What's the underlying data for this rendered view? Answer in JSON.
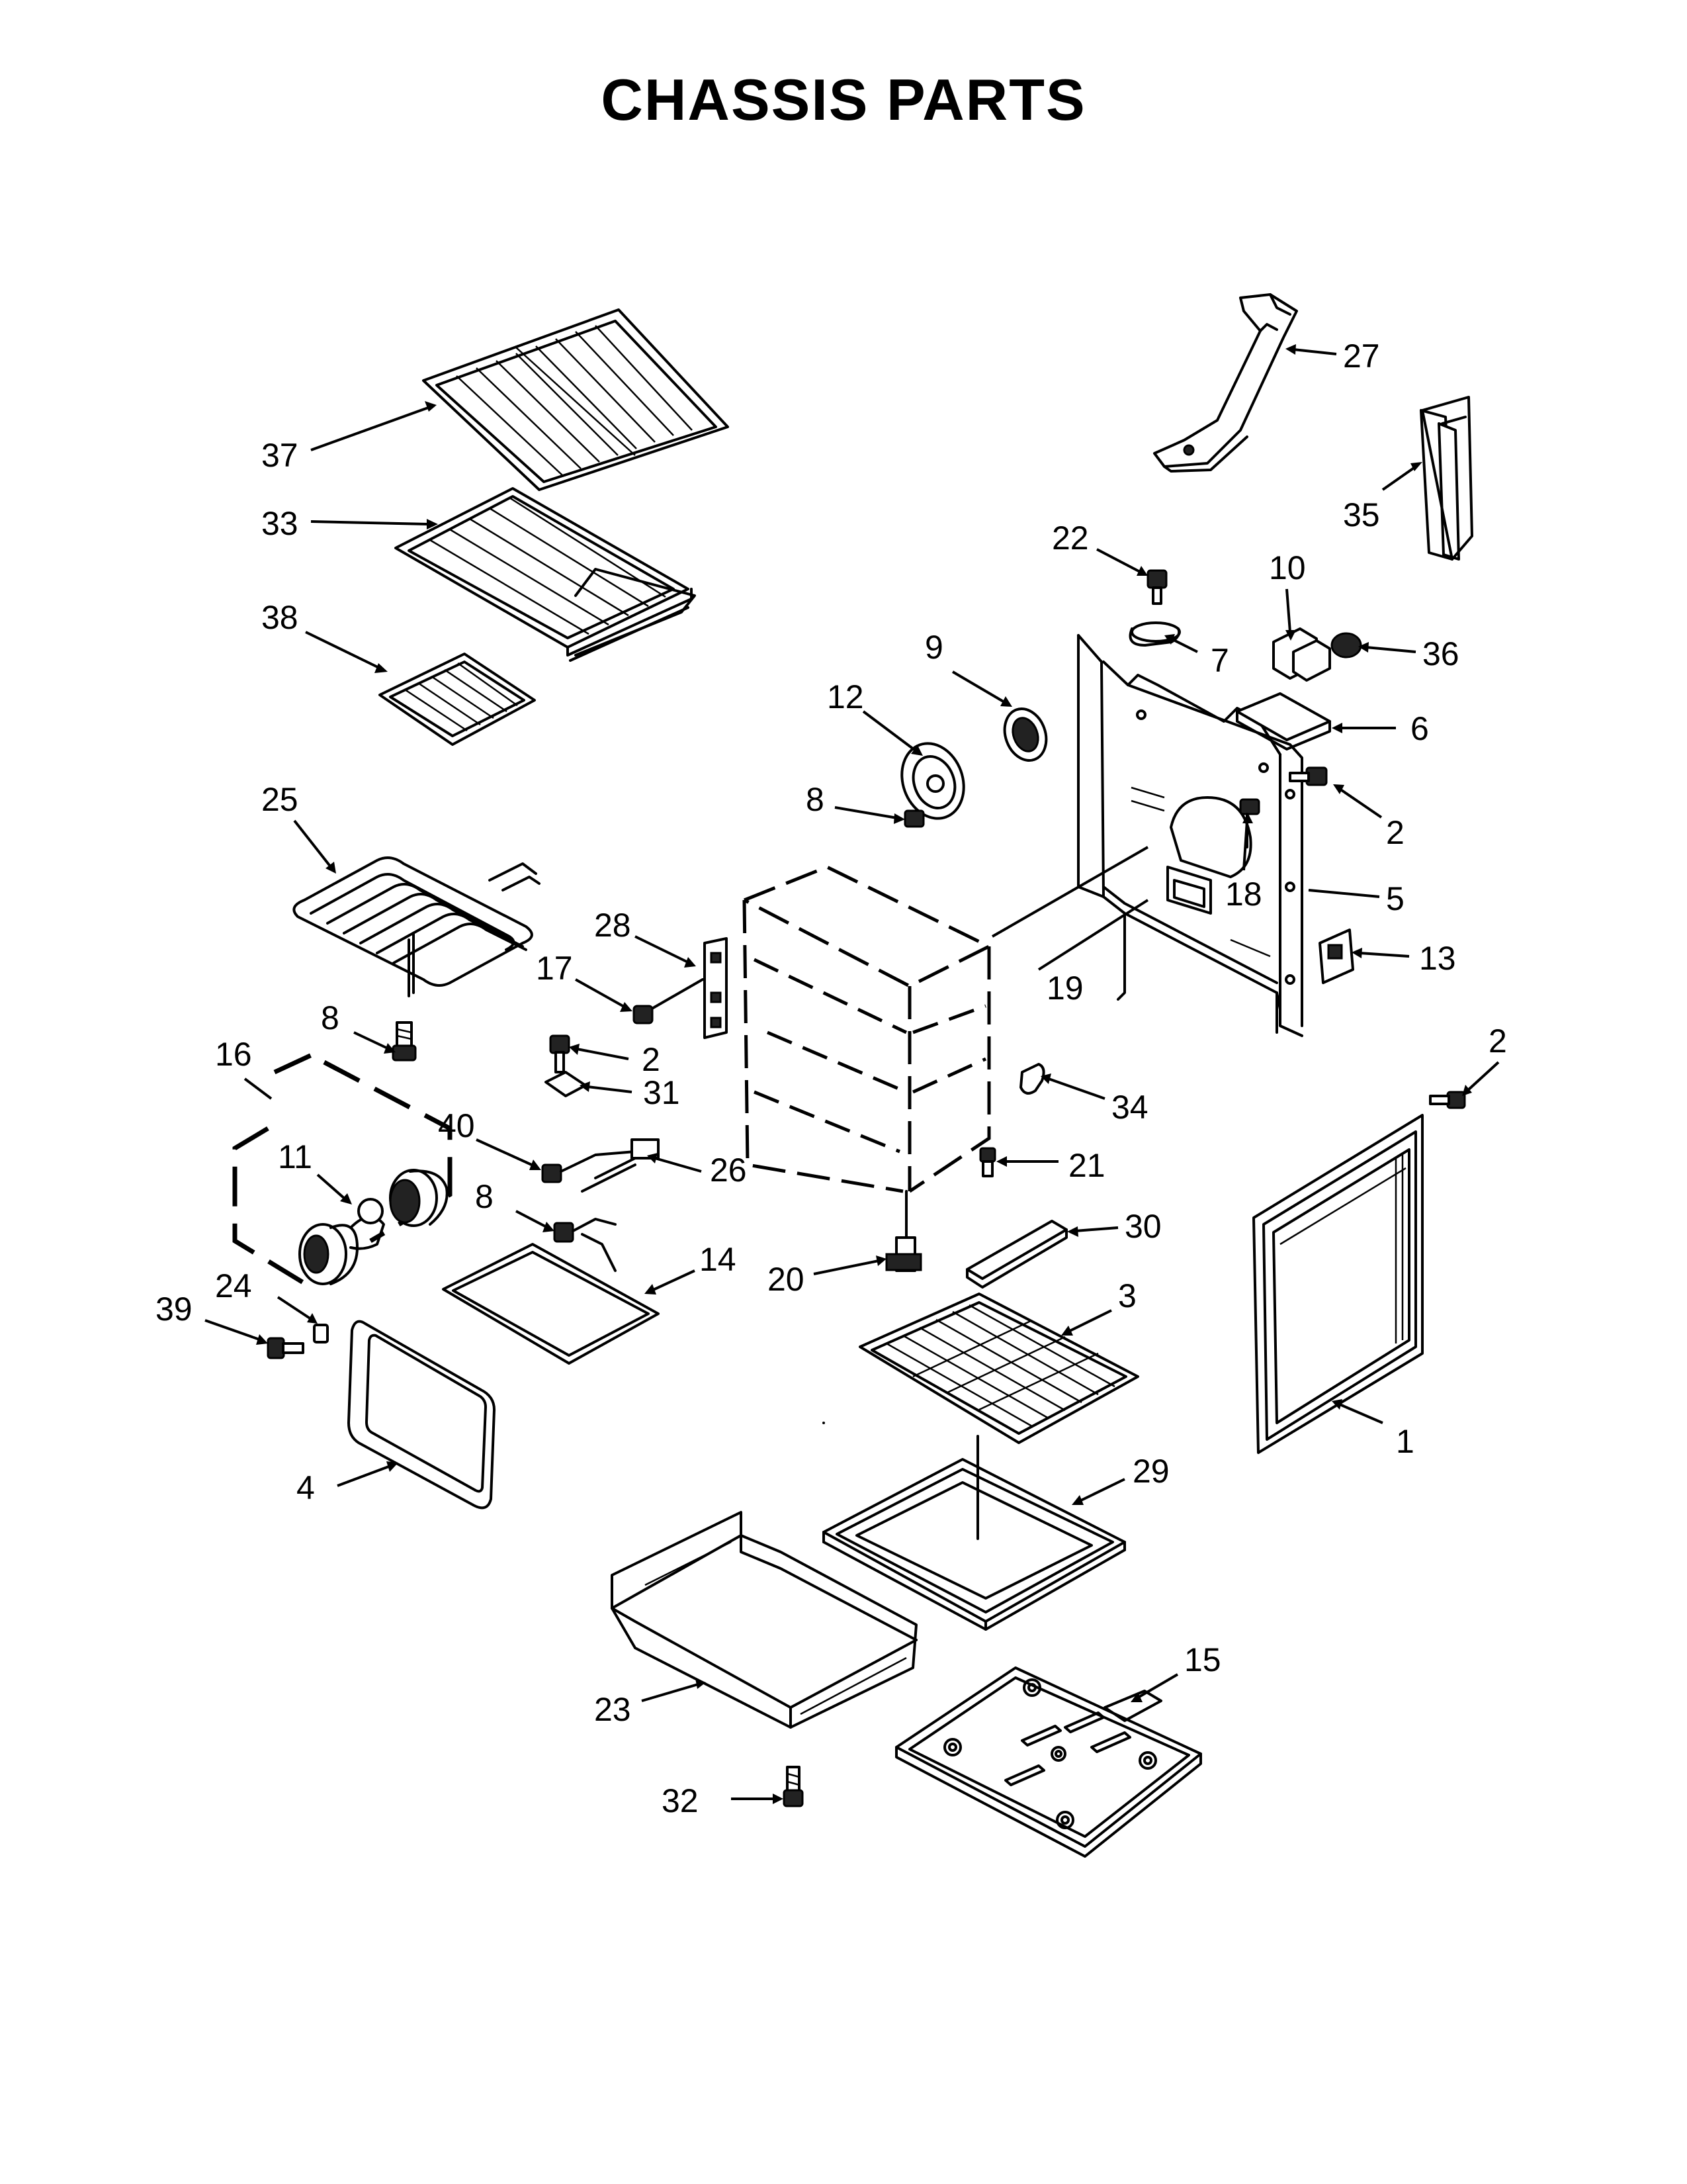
{
  "title": "CHASSIS PARTS",
  "callouts": [
    "1",
    "2",
    "3",
    "4",
    "5",
    "6",
    "7",
    "8",
    "9",
    "10",
    "11",
    "12",
    "13",
    "14",
    "15",
    "16",
    "17",
    "18",
    "19",
    "20",
    "21",
    "22",
    "23",
    "24",
    "25",
    "26",
    "27",
    "28",
    "29",
    "30",
    "31",
    "32",
    "33",
    "34",
    "35",
    "36",
    "37",
    "38",
    "39",
    "40"
  ],
  "parts": [
    {
      "ref": "37",
      "icon": "oven-rack-icon"
    },
    {
      "ref": "33",
      "icon": "roll-out-rack-icon"
    },
    {
      "ref": "38",
      "icon": "half-rack-icon"
    },
    {
      "ref": "25",
      "icon": "broil-element-icon"
    },
    {
      "ref": "16",
      "icon": "light-assembly-icon"
    },
    {
      "ref": "27",
      "icon": "anti-tip-bracket-icon"
    },
    {
      "ref": "35",
      "icon": "vent-duct-icon"
    },
    {
      "ref": "5",
      "icon": "chassis-frame-icon"
    },
    {
      "ref": "19",
      "icon": "oven-cavity-icon"
    },
    {
      "ref": "1",
      "icon": "side-panel-icon"
    },
    {
      "ref": "3",
      "icon": "bake-element-icon"
    },
    {
      "ref": "29",
      "icon": "drawer-liner-icon"
    },
    {
      "ref": "23",
      "icon": "storage-drawer-icon"
    },
    {
      "ref": "15",
      "icon": "bottom-panel-icon"
    },
    {
      "ref": "4",
      "icon": "door-gasket-icon"
    },
    {
      "ref": "14",
      "icon": "hidden-bake-element-icon"
    }
  ]
}
